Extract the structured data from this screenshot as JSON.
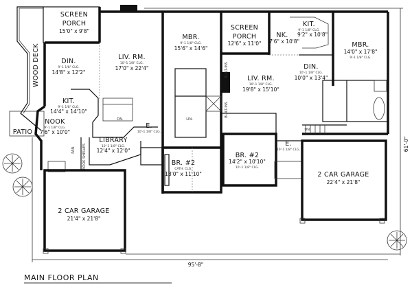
{
  "title": "MAIN FLOOR PLAN",
  "dimensions": {
    "width": "95'-8\"",
    "depth": "61'-0\""
  },
  "rooms": {
    "screen_porch_left": {
      "name1": "SCREEN",
      "name2": "PORCH",
      "dims": "15'0\" x 9'8\""
    },
    "wood_deck": {
      "name": "WOOD DECK"
    },
    "din_left": {
      "name": "DIN.",
      "clg": "9'-1 1/8\" CLG.",
      "dims": "14'8\" x 12'2\""
    },
    "liv_left": {
      "name": "LIV. RM.",
      "clg": "10'-1 1/8\" CLG.",
      "dims": "17'0\" x 22'4\""
    },
    "mbr_center": {
      "name": "MBR.",
      "clg": "9'-1 1/8\" CLG.",
      "dims": "15'6\" x 14'6\""
    },
    "kit_left": {
      "name": "KIT.",
      "clg": "9'-1 1/8\" CLG.",
      "dims": "14'4\" x 14'10\""
    },
    "nook_left": {
      "name": "NOOK",
      "clg": "9'-1 1/8\" CLG.",
      "dims": "7'6\" x 10'0\""
    },
    "patio": {
      "name": "PATIO"
    },
    "library": {
      "name": "LIBRARY",
      "clg": "10'-1 1/8\" CLG.",
      "dims": "12'4\" x 12'0\""
    },
    "book_shelves": {
      "name": "BOOK SHELVES"
    },
    "entry_left": {
      "name": "E.",
      "clg": "10'-1 1/8\" CLG."
    },
    "br2_left": {
      "name": "BR. #2",
      "clg": "CATH. CLG.",
      "dims": "13'0\" x 11'10\""
    },
    "garage_left": {
      "name": "2 CAR GARAGE",
      "dims": "21'4\" x 21'8\""
    },
    "screen_porch_right": {
      "name1": "SCREEN",
      "name2": "PORCH",
      "dims": "12'6\" x 11'0\""
    },
    "kit_right": {
      "name": "KIT.",
      "clg": "9'-1 1/8\" CLG.",
      "dims": "9'2\" x 10'8\""
    },
    "nook_right": {
      "name": "NK.",
      "dims": "7'6\" x 10'8\""
    },
    "mbr_right": {
      "name": "MBR.",
      "dims": "14'0\" x 17'8\"",
      "clg": "9'-1 1/8\" CLG."
    },
    "din_right": {
      "name": "DIN.",
      "clg": "10'-1 1/8\" CLG.",
      "dims": "10'0\" x 13'4\""
    },
    "liv_right": {
      "name": "LIV. RM.",
      "clg": "10'-1 1/8\" CLG.",
      "dims": "19'8\" x 15'10\""
    },
    "br2_right": {
      "name": "BR. #2",
      "dims": "14'2\" x 10'10\"",
      "clg": "10'-1 1/8\" CLG."
    },
    "entry_right": {
      "name": "E.",
      "clg": "10'-1 1/8\" CLG."
    },
    "garage_right": {
      "name": "2 CAR GARAGE",
      "dims": "22'4\" x 21'8\""
    }
  },
  "small_labels": {
    "dn": "DN.",
    "lin": "LIN.",
    "built_ins": "BUILT-INS",
    "pan": "PAN."
  }
}
